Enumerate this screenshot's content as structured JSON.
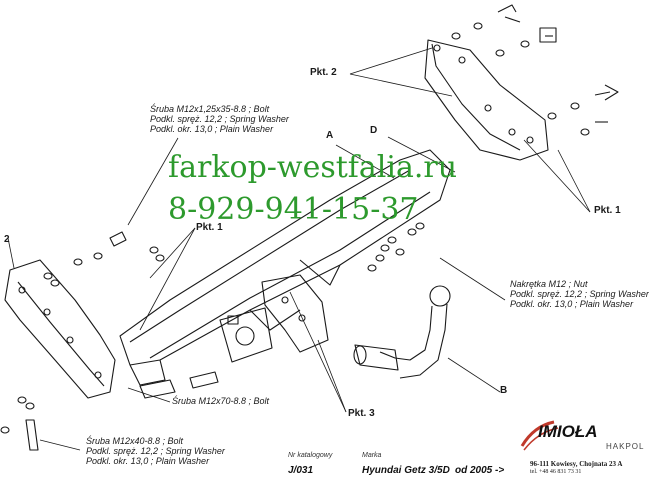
{
  "callouts": {
    "top_left": [
      "Śruba M12x1,25x35-8.8 ;  Bolt",
      "Podkl. spręż. 12,2 ; Spring Washer",
      "Podkl. okr. 13,0 ; Plain Washer"
    ],
    "right": [
      "Nakrętka  M12 ; Nut",
      "Podkl. spręż. 12,2 ; Spring Washer",
      "Podkl. okr. 13,0 ; Plain Washer"
    ],
    "middle": [
      "Śruba M12x70-8.8 ;  Bolt"
    ],
    "bottom_left": [
      "Śruba M12x40-8.8 ;  Bolt",
      "Podkl. spręż. 12,2 ; Spring Washer",
      "Podkl. okr. 13,0 ; Plain Washer"
    ]
  },
  "labels": {
    "pkt2_top": "Pkt. 2",
    "pkt1_right": "Pkt. 1",
    "pkt1_left": "Pkt. 1",
    "pkt3": "Pkt. 3",
    "a": "A",
    "d": "D",
    "b": "B",
    "two": "2"
  },
  "watermark": {
    "site": "farkop-westfalia.ru",
    "phone": "8-929-941-15-37",
    "color": "#2d9a2d"
  },
  "footer": {
    "catalog_header": "Nr katalogowy",
    "catalog_value": "J/031",
    "brand_header": "Marka",
    "brand_value": "Hyundai Getz 3/5D",
    "date_value": "od  2005 ->"
  },
  "company": {
    "name": "IMIOŁA",
    "sub": "HAKPOL",
    "address": "96-111 Kowiesy, Chojnata 23 A",
    "tel": "tel. +48 46 831 73 31",
    "accent": "#c0392b"
  }
}
